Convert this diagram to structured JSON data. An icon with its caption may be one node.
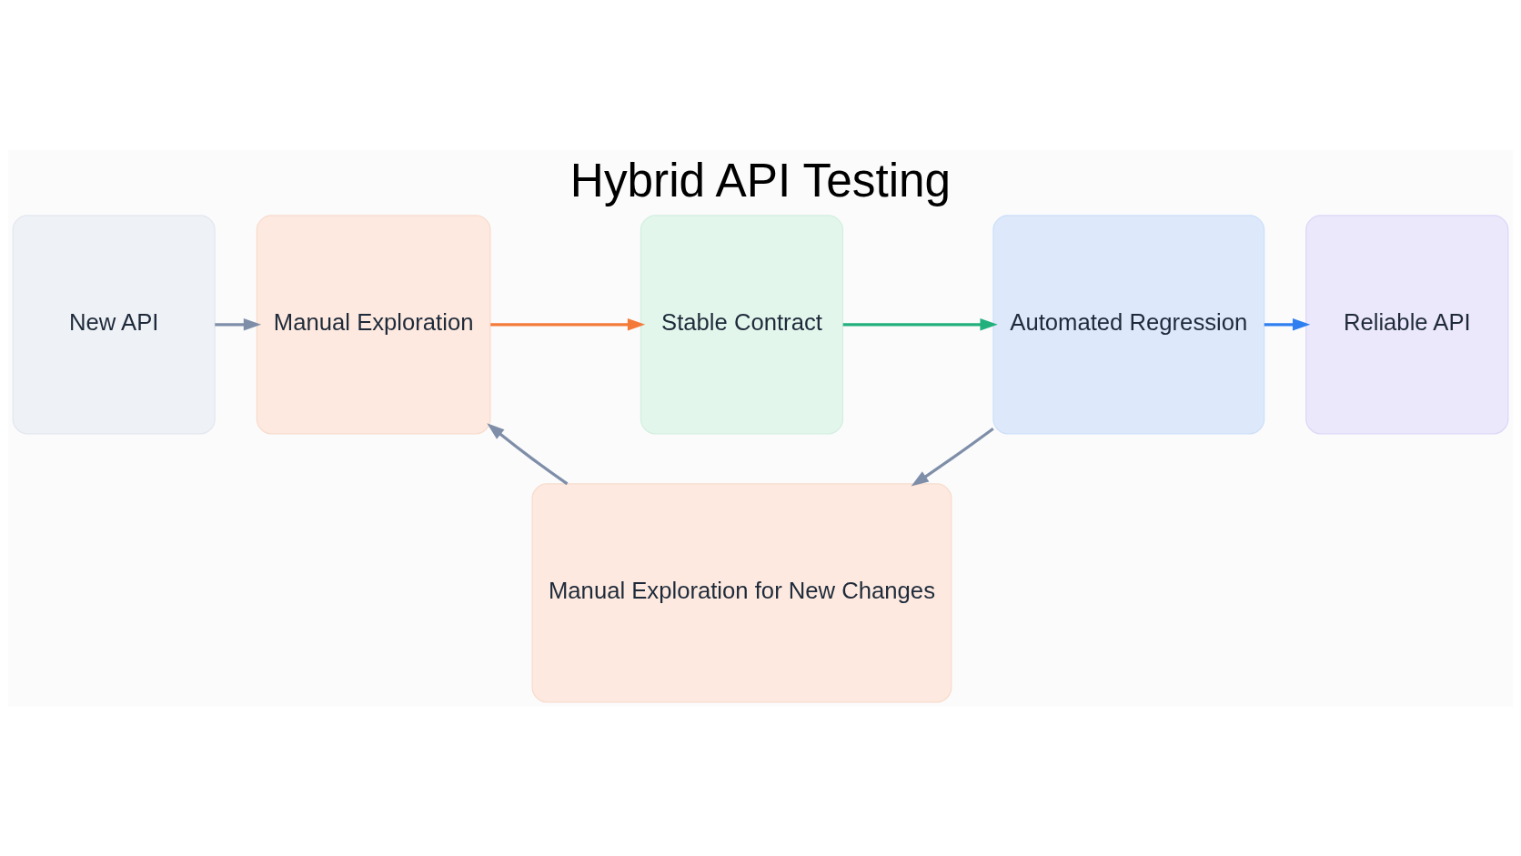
{
  "diagram": {
    "title": "Hybrid API Testing",
    "nodes": [
      {
        "text": [
          "New API"
        ]
      },
      {
        "text": [
          "Manual Exploration"
        ]
      },
      {
        "text": [
          "Stable Contract"
        ]
      },
      {
        "text": [
          "Automated Regression"
        ]
      },
      {
        "text": [
          "Reliable API"
        ]
      },
      {
        "text": [
          "Manual Exploration for New Changes"
        ]
      }
    ],
    "edges": [
      {
        "from": 0,
        "to": 1,
        "arrow": "to"
      },
      {
        "from": 1,
        "to": 2,
        "arrow": "to",
        "color": "#f47a3a"
      },
      {
        "from": 2,
        "to": 3,
        "arrow": "to",
        "color": "#22b07d"
      },
      {
        "from": 3,
        "to": 4,
        "arrow": "to",
        "color": "#2f7ff0"
      },
      {
        "from": 3,
        "to": 5,
        "arrow": "to"
      },
      {
        "from": 5,
        "to": 1,
        "arrow": "to"
      }
    ]
  }
}
